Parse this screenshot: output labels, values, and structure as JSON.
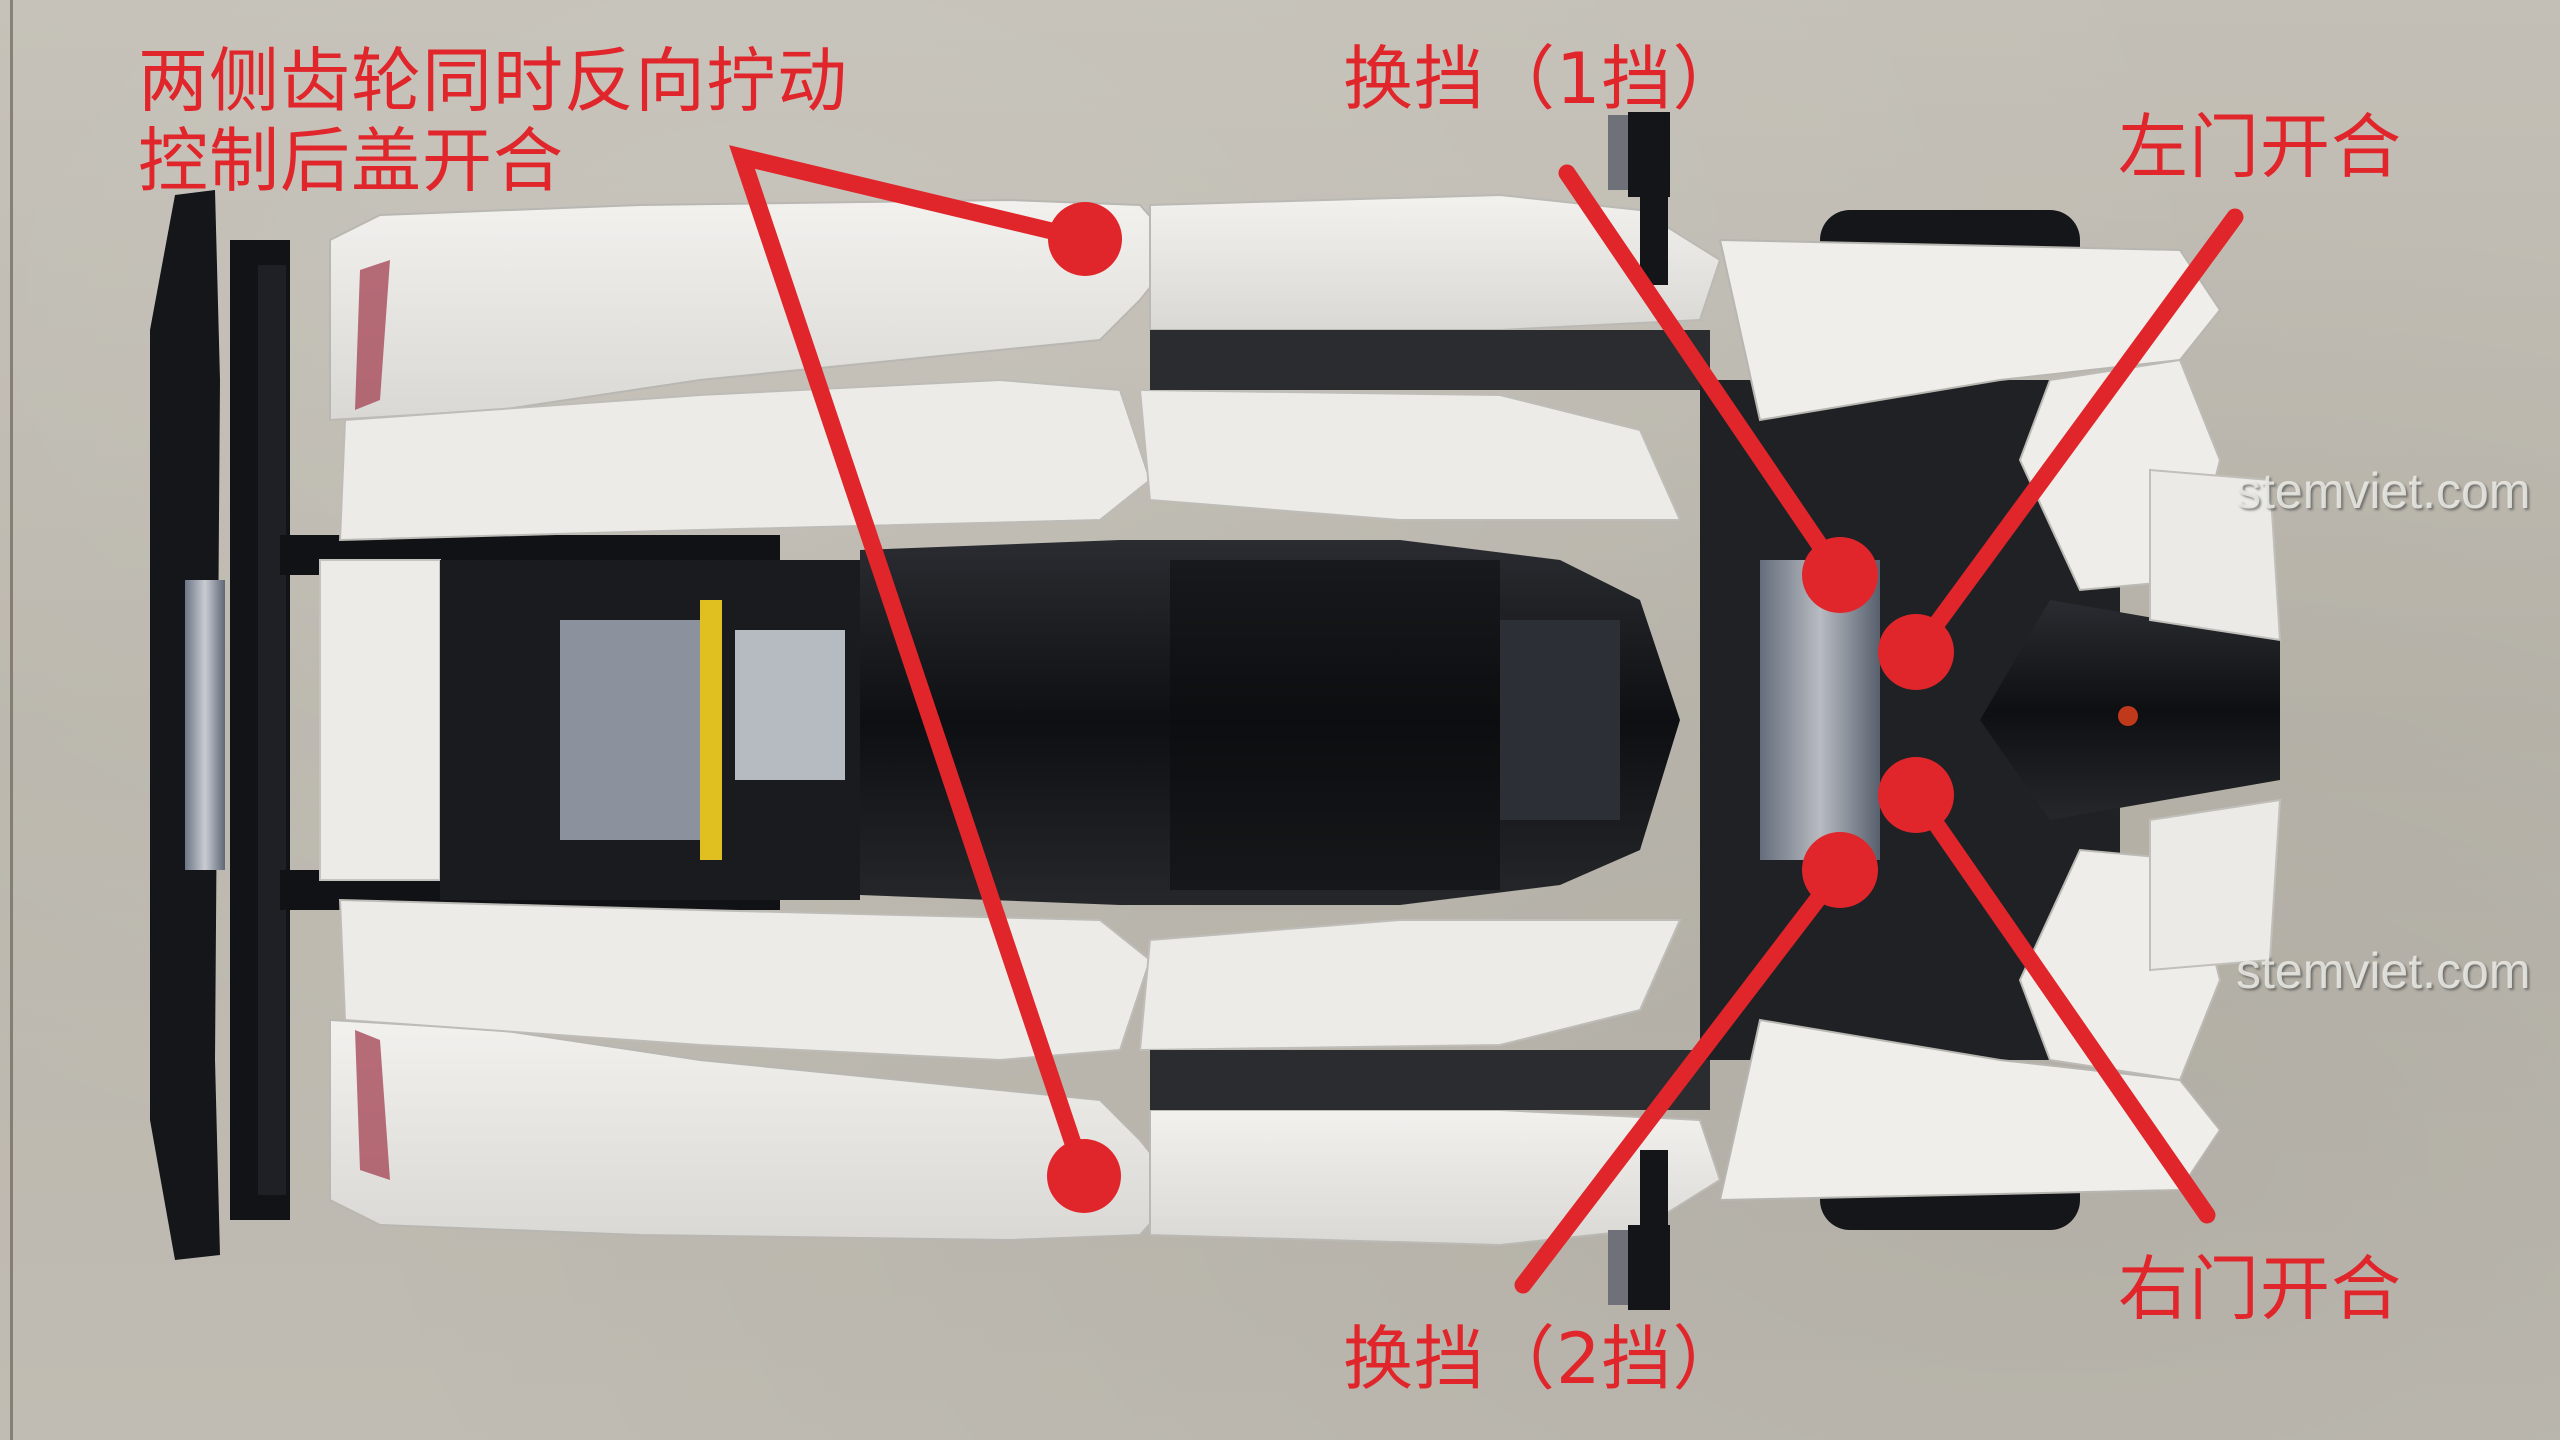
{
  "annotations": {
    "rear_cover": {
      "line1": "两侧齿轮同时反向拧动",
      "line2": "控制后盖开合"
    },
    "gear_1": "换挡（1挡）",
    "gear_2": "换挡（2挡）",
    "left_door": "左门开合",
    "right_door": "右门开合"
  },
  "watermarks": [
    "stemviet.com",
    "stemviet.com"
  ],
  "colors": {
    "annotation_red": "#e0262b",
    "background_floor": "#bdb9b0",
    "car_body_white": "#e9e8e4",
    "car_black": "#17181b"
  },
  "subject": "LEGO Technic supercar, top-down view"
}
